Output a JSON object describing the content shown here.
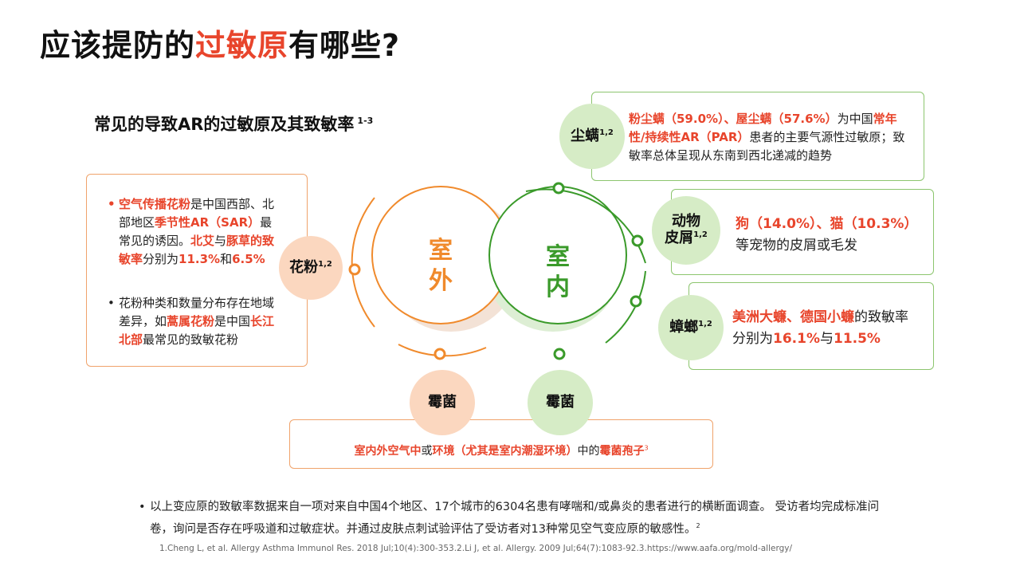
{
  "title": {
    "part1": "应该提防的",
    "highlight": "过敏原",
    "part2": "有哪些?"
  },
  "subtitle": {
    "text": "常见的导致AR的过敏原及其致敏率",
    "sup": "1-3"
  },
  "center": {
    "outdoor_label": [
      "室",
      "外"
    ],
    "indoor_label": [
      "室",
      "内"
    ]
  },
  "pollen": {
    "bubble": "花粉",
    "sup": "1,2",
    "bullet1": {
      "r1": "空气传播花粉",
      "t1": "是中国西部、北部地区",
      "r2": "季节性AR（SAR）",
      "t2": "最常见的诱因。",
      "r3": "北艾",
      "t3": "与",
      "r4": "豚草的致敏率",
      "t4": "分别为",
      "r5": "11.3%",
      "t5": "和",
      "r6": "6.5%"
    },
    "bullet2": {
      "t1": "花粉种类和数量分布存在地域差异，如",
      "r1": "蒿属花粉",
      "t2": "是中国",
      "r2": "长江北部",
      "t3": "最常见的致敏花粉"
    }
  },
  "dust_mite": {
    "bubble": "尘螨",
    "sup": "1,2",
    "r1": "粉尘螨（59.0%）、屋尘螨（57.6%）",
    "t1": "为中国",
    "r2": "常年性/持续性AR（PAR）",
    "t2": "患者的主要气源性过敏原；致敏率总体呈现从东南到西北递减的趋势"
  },
  "animal": {
    "bubble_line1": "动物",
    "bubble_line2": "皮屑",
    "sup": "1,2",
    "r1": "狗（14.0%）、猫（10.3%）",
    "t1": "等宠物的皮屑或毛发"
  },
  "cockroach": {
    "bubble": "蟑螂",
    "sup": "1,2",
    "r1": "美洲大蠊、德国小蠊",
    "t1": "的致敏率分别为",
    "r2": "16.1%",
    "t2": "与",
    "r3": "11.5%"
  },
  "mold": {
    "bubble_outdoor": "霉菌",
    "bubble_indoor": "霉菌",
    "r1": "室内外空气中",
    "t1": "或",
    "r2": "环境（尤其是室内潮湿环境）",
    "t2": "中的",
    "r3": "霉菌孢子",
    "sup": "3"
  },
  "footnote": {
    "text": "以上变应原的致敏率数据来自一项对来自中国4个地区、17个城市的6304名患有哮喘和/或鼻炎的患者进行的横断面调查。 受访者均完成标准问卷，询问是否存在呼吸道和过敏症状。并通过皮肤点刺试验评估了受访者对13种常见空气变应原的敏感性。",
    "sup": "2"
  },
  "references": "1.Cheng L, et al. Allergy Asthma Immunol Res. 2018 Jul;10(4):300-353.2.Li J, et al. Allergy. 2009 Jul;64(7):1083-92.3.https://www.aafa.org/mold-allergy/",
  "colors": {
    "accent_red": "#e8452c",
    "orange": "#f08a2c",
    "green": "#3a9a2a",
    "light_green": "#d6ecc6",
    "light_orange": "#fbd7bf"
  }
}
